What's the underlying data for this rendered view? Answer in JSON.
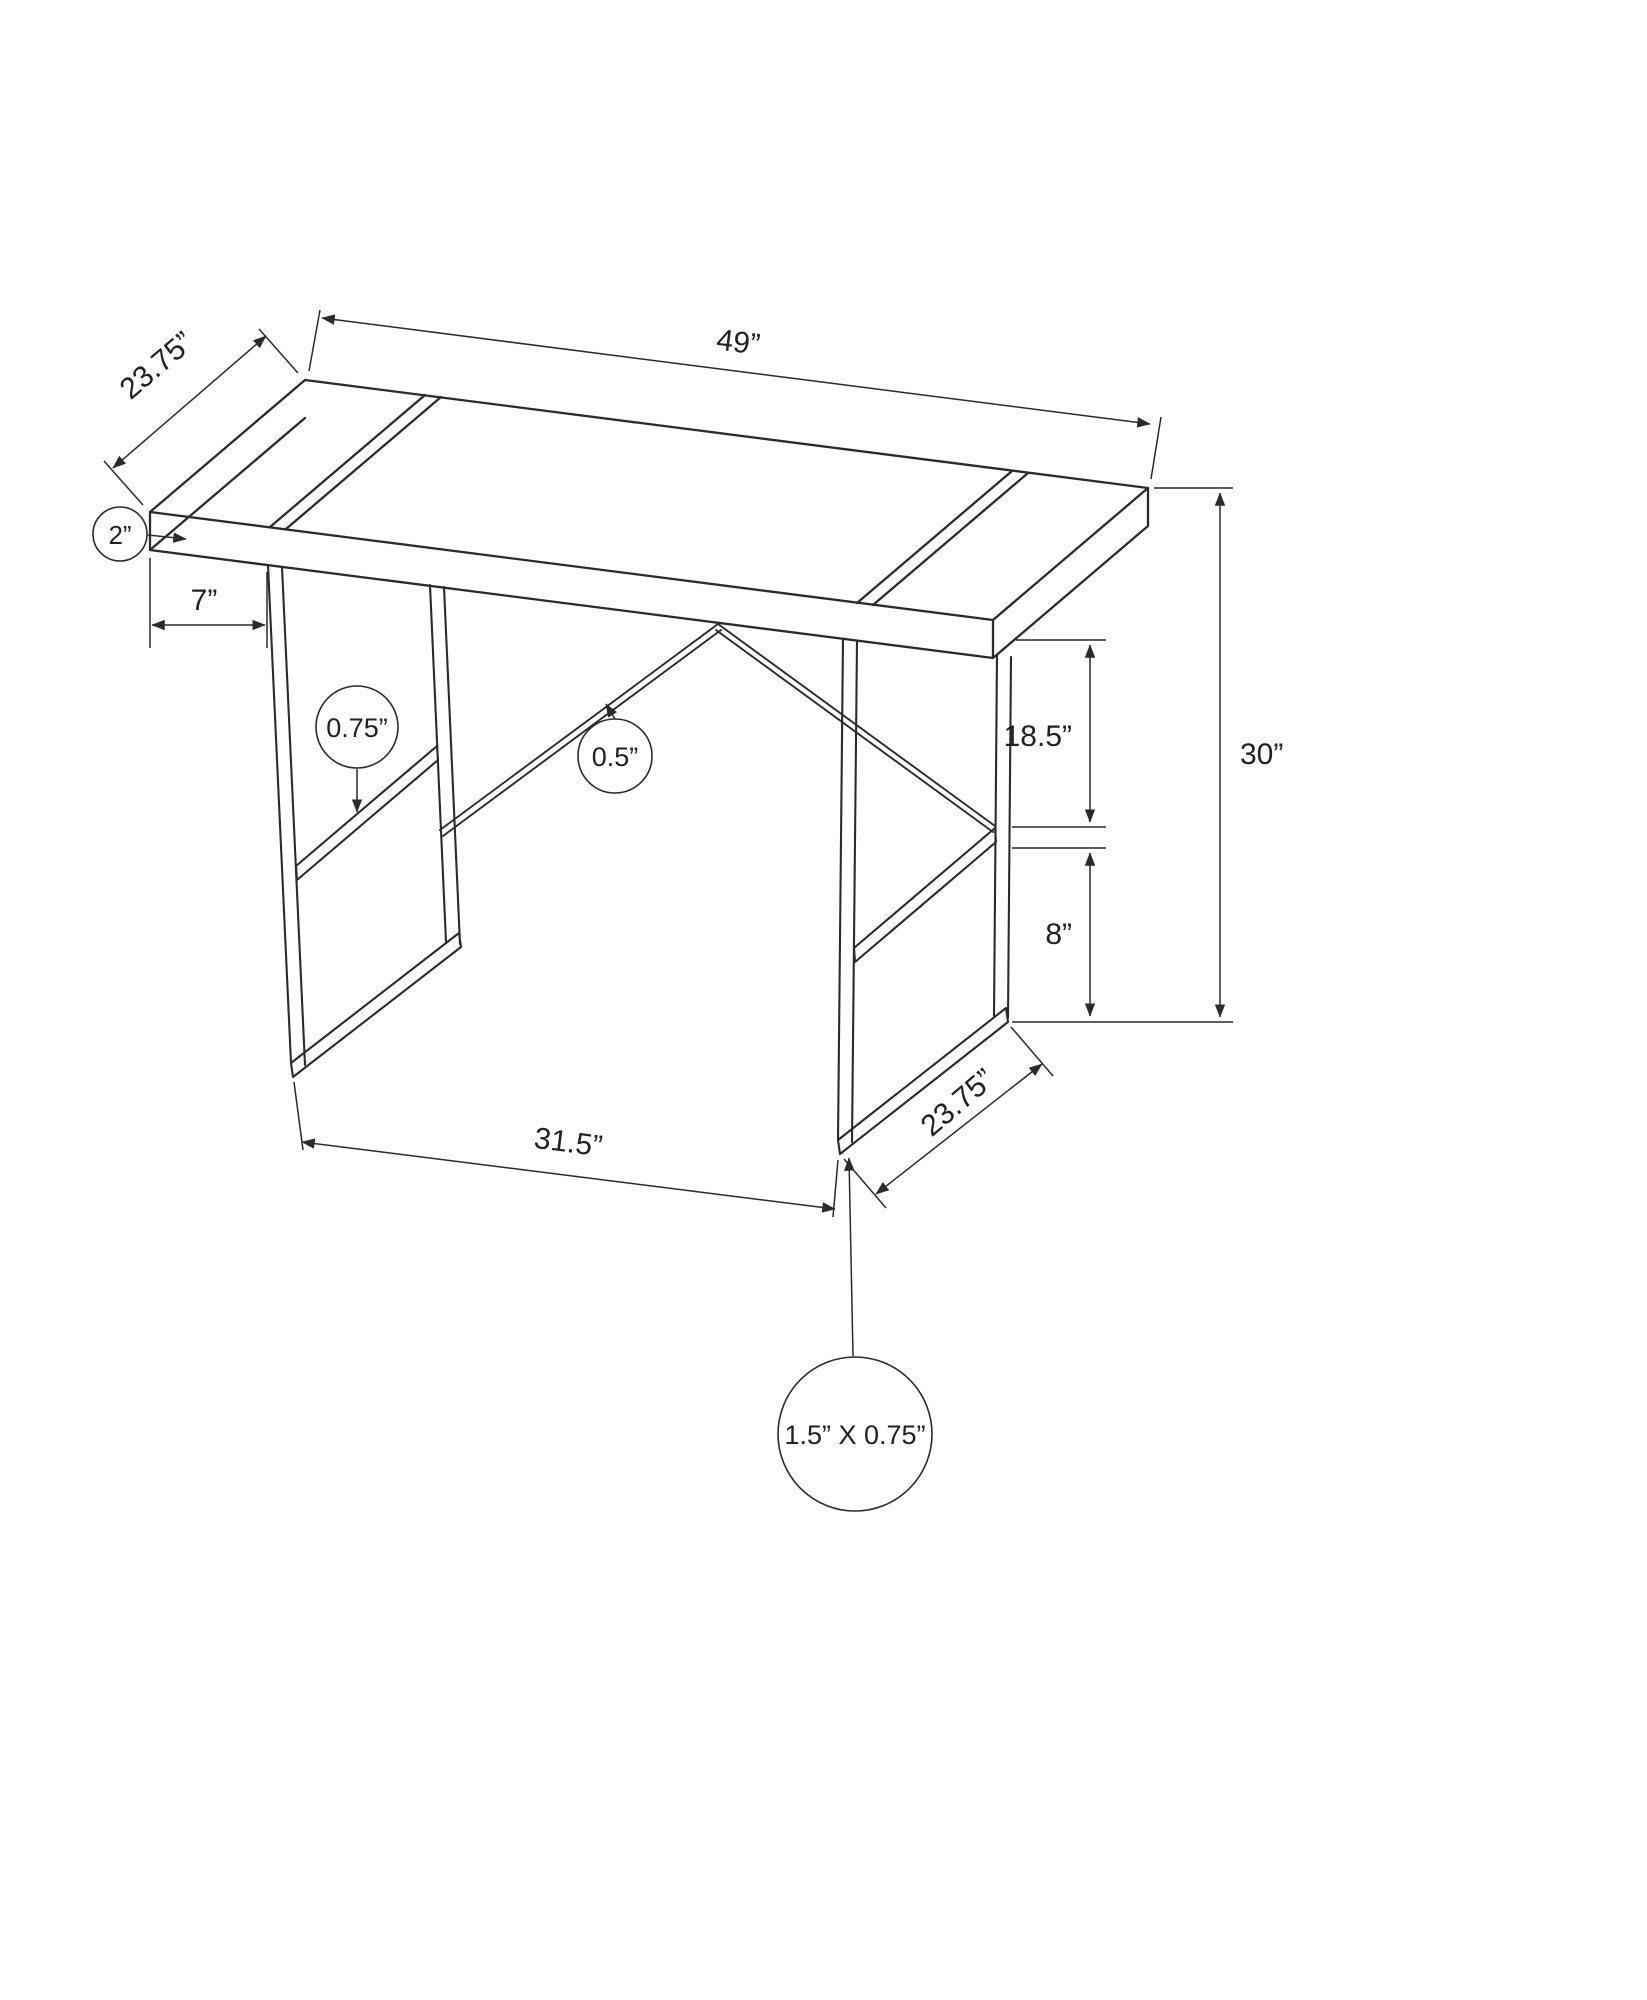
{
  "diagram": {
    "background": "#ffffff",
    "line_color": "#2b2b2b"
  },
  "labels": {
    "top_length": "49”",
    "top_depth": "23.75”",
    "top_thickness": "2”",
    "side_overhang": "7”",
    "frame_tube_width": "0.75”",
    "brace_thickness": "0.5”",
    "upper_leg_height": "18.5”",
    "overall_height": "30”",
    "lower_leg_height": "8”",
    "leg_span": "31.5”",
    "base_depth": "23.75”",
    "leg_tube_profile": "1.5” X 0.75”"
  }
}
